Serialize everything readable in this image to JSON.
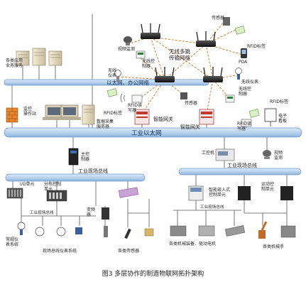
{
  "buses": {
    "ethernet_office": "以太网、办公网络",
    "industrial_ethernet": "工业以太网",
    "field_bus_left": "工业现场总线",
    "field_bus_right": "工业现场总线",
    "field_bus_inner_left": "工业现场总线",
    "field_bus_inner_right": "工业现场总线"
  },
  "labels": {
    "business_server": "各类应用\n业务服务",
    "monitor_station": "监控\n操作站",
    "data_server": "数据采集\n服务器",
    "video_monitor_top": "视频监测",
    "wireless_ctrl_1": "无线控\n制器",
    "sensor_top": "传感器",
    "rfid_tag_top": "RFID标签",
    "wireless_mesh": "无线多跳\n传输网络",
    "pda": "PDA",
    "wireless_instr_left": "无线\n仪表",
    "wireless_instr_right": "无线仪表",
    "rfid_reader_left": "RFID读\n写器",
    "rfid_tag_left": "RFID标签",
    "sensor_mid": "传感器",
    "wireless_ctrl_2": "无线控\n制器",
    "smart_gateway_1": "智能网关",
    "smart_gateway_2": "智能网关",
    "rfid_reader_right": "RFID读\n写器",
    "rfid_tag_right": "RFID标签",
    "e_kanban": "电子\n看板",
    "main_controller": "主控\n制器",
    "industrial_pc": "工控机",
    "video_monitor_right": "视频\n监测",
    "io_unit": "I/O单元",
    "dist_ctrl_unit": "分布控制\n单元",
    "inverter": "变频\n器",
    "conventional_instr": "常规仪\n表系统",
    "fieldbus_instr": "现场总线仪表系统",
    "sensors_bottom": "各类传感器",
    "embedded_ctrl": "智能嵌入式\n控制单元",
    "motion_ctrl": "运动控\n制单元",
    "machines_drives": "各类机械装备、驱动电机",
    "robots": "各类机械手"
  },
  "caption": "图3  多层协作的制造物联网拓扑架构",
  "colors": {
    "bus_fill": "#b9d3ef",
    "bus_stroke": "#6f97c6",
    "mesh_line": "#e07a2a",
    "wire": "#555555",
    "firewall": "#e8862e"
  }
}
